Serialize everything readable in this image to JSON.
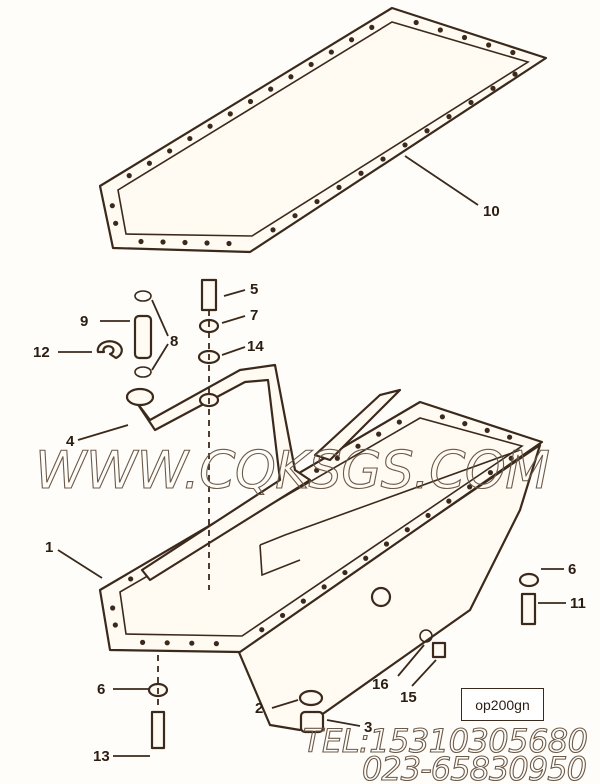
{
  "diagram": {
    "callouts": {
      "c1": "1",
      "c2": "2",
      "c3": "3",
      "c4": "4",
      "c5": "5",
      "c6a": "6",
      "c6b": "6",
      "c7": "7",
      "c8": "8",
      "c9": "9",
      "c10": "10",
      "c11": "11",
      "c12": "12",
      "c13": "13",
      "c14": "14",
      "c15": "15",
      "c16": "16"
    },
    "reference_code": "op200gn",
    "colors": {
      "line": "#3b2a1c",
      "background": "#fffdf9"
    }
  },
  "watermark": {
    "url": "WWW.CQKSGS.COM",
    "phone": "TEL:15310305680",
    "phone2": "023-65830950"
  }
}
